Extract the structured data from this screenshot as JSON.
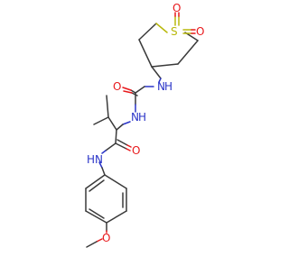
{
  "molecule": {
    "atoms": {
      "S": "S",
      "O_sulfonyl_top": "O",
      "O_sulfonyl_right": "O",
      "NH_urea_ring": "N",
      "H_urea_ring": "H",
      "O_urea": "O",
      "NH_urea_alpha": "N",
      "H_urea_alpha": "H",
      "O_amide": "O",
      "N_amide": "N",
      "H_amide": "H",
      "O_methoxy": "O"
    },
    "colors": {
      "carbon_bond": "#3a3a3a",
      "oxygen": "#e8191c",
      "nitrogen": "#2b35c8",
      "sulfur": "#b8b80b",
      "background": "#ffffff"
    }
  }
}
